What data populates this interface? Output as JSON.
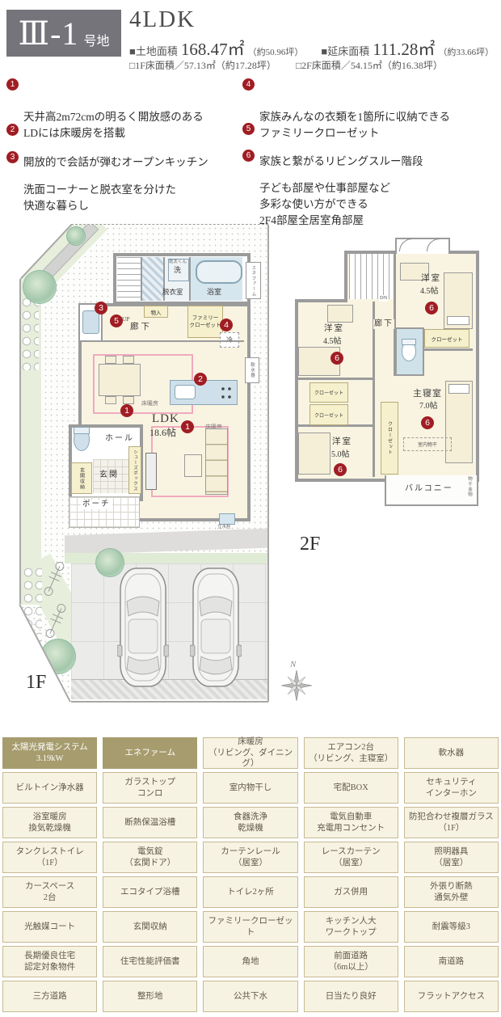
{
  "markers": {
    "m1": "1",
    "m2": "2",
    "m3": "3",
    "m4": "4",
    "m5": "5",
    "m6": "6"
  },
  "header": {
    "plot_number": "Ⅲ-1",
    "plot_suffix": "号地",
    "plan_type": "4LDK",
    "land_label": "■土地面積",
    "land_value": "168.47㎡",
    "land_tsubo": "（約50.96坪）",
    "total_label": "■延床面積",
    "total_value": "111.28㎡",
    "total_tsubo": "（約33.66坪）",
    "f1_area": "□1F床面積／57.13㎡（約17.28坪）",
    "f2_area": "□2F床面積／54.15㎡（約16.38坪）"
  },
  "features": [
    {
      "num": "1",
      "text": "天井高2m72cmの明るく開放感のある\nLDには床暖房を搭載"
    },
    {
      "num": "2",
      "text": "開放的で会話が弾むオープンキッチン"
    },
    {
      "num": "3",
      "text": "洗面コーナーと脱衣室を分けた\n快適な暮らし"
    },
    {
      "num": "4",
      "text": "家族みんなの衣類を1箇所に収納できる\nファミリークローゼット"
    },
    {
      "num": "5",
      "text": "家族と繋がるリビングスルー階段"
    },
    {
      "num": "6",
      "text": "子ども部屋や仕事部屋など\n多彩な使い方ができる\n2F4部屋全居室角部屋"
    }
  ],
  "plan1f": {
    "floor_label": "1F",
    "kanta": "乾太くん",
    "washer": "洗",
    "datsui": "脱衣室",
    "bath": "浴室",
    "monoire": "物入",
    "up": "UP",
    "hallway": "廊下",
    "famiclo": "ファミリー\nクローゼット",
    "rei": "冷",
    "yukadan": "床暖房",
    "ldk": "LDK",
    "ldk_size": "18.6帖",
    "hall": "ホール",
    "genkan": "玄関",
    "genkan_shunou": "玄関収納",
    "shoes": "シューズボックス",
    "porch": "ポーチ",
    "tachisuisen": "立水栓",
    "enefarm": "エネファーム",
    "nansuiki": "軟水器"
  },
  "plan2f": {
    "floor_label": "2F",
    "dn": "DN",
    "hallway": "廊下",
    "yoshitsu": "洋室",
    "size45": "4.5帖",
    "size50": "5.0帖",
    "closet": "クローゼット",
    "shushinshitsu": "主寝室",
    "size70": "7.0帖",
    "monohoshi": "室内物干",
    "balcony": "バルコニー",
    "monohoshi_kanamono": "物干金物"
  },
  "compass": {
    "north": "N"
  },
  "spec_table": {
    "rows": [
      {
        "cells": [
          "太陽光発電システム\n3.19kW",
          "エネファーム",
          "床暖房\n（リビング、ダイニング）",
          "エアコン2台\n（リビング、主寝室）",
          "軟水器"
        ]
      },
      {
        "cells": [
          "ビルトイン浄水器",
          "ガラストップ\nコンロ",
          "室内物干し",
          "宅配BOX",
          "セキュリティ\nインターホン"
        ]
      },
      {
        "cells": [
          "浴室暖房\n換気乾燥機",
          "断熱保温浴槽",
          "食器洗浄\n乾燥機",
          "電気自動車\n充電用コンセント",
          "防犯合わせ複層ガラス\n（1F）"
        ]
      },
      {
        "cells": [
          "タンクレストイレ\n（1F）",
          "電気錠\n（玄関ドア）",
          "カーテンレール\n（居室）",
          "レースカーテン\n（居室）",
          "照明器具\n（居室）"
        ]
      },
      {
        "cells": [
          "カースペース\n2台",
          "エコタイプ浴槽",
          "トイレ2ヶ所",
          "ガス併用",
          "外張り断熱\n通気外壁"
        ]
      },
      {
        "cells": [
          "光触媒コート",
          "玄関収納",
          "ファミリークローゼット",
          "キッチン人大\nワークトップ",
          "耐震等級3"
        ]
      },
      {
        "cells": [
          "長期優良住宅\n認定対象物件",
          "住宅性能評価書",
          "角地",
          "前面道路\n（6m以上）",
          "南道路"
        ]
      },
      {
        "cells": [
          "三方道路",
          "整形地",
          "公共下水",
          "日当たり良好",
          "フラットアクセス"
        ]
      }
    ]
  }
}
